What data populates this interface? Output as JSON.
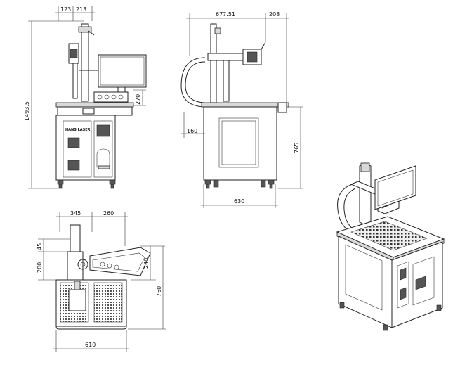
{
  "front_view": {
    "dim_top_left": "123",
    "dim_top_right": "213",
    "dim_height": "1493.5",
    "dim_small": "270",
    "brand_label": "HANS LASER"
  },
  "side_view": {
    "dim_width_top": "677.51",
    "dim_extension": "208",
    "dim_offset": "160",
    "dim_table_height": "765",
    "dim_base_width": "630"
  },
  "top_view": {
    "dim_left": "345",
    "dim_right": "260",
    "dim_45": "45",
    "dim_200": "200",
    "dim_240": "240",
    "dim_760": "760",
    "dim_width": "610"
  }
}
